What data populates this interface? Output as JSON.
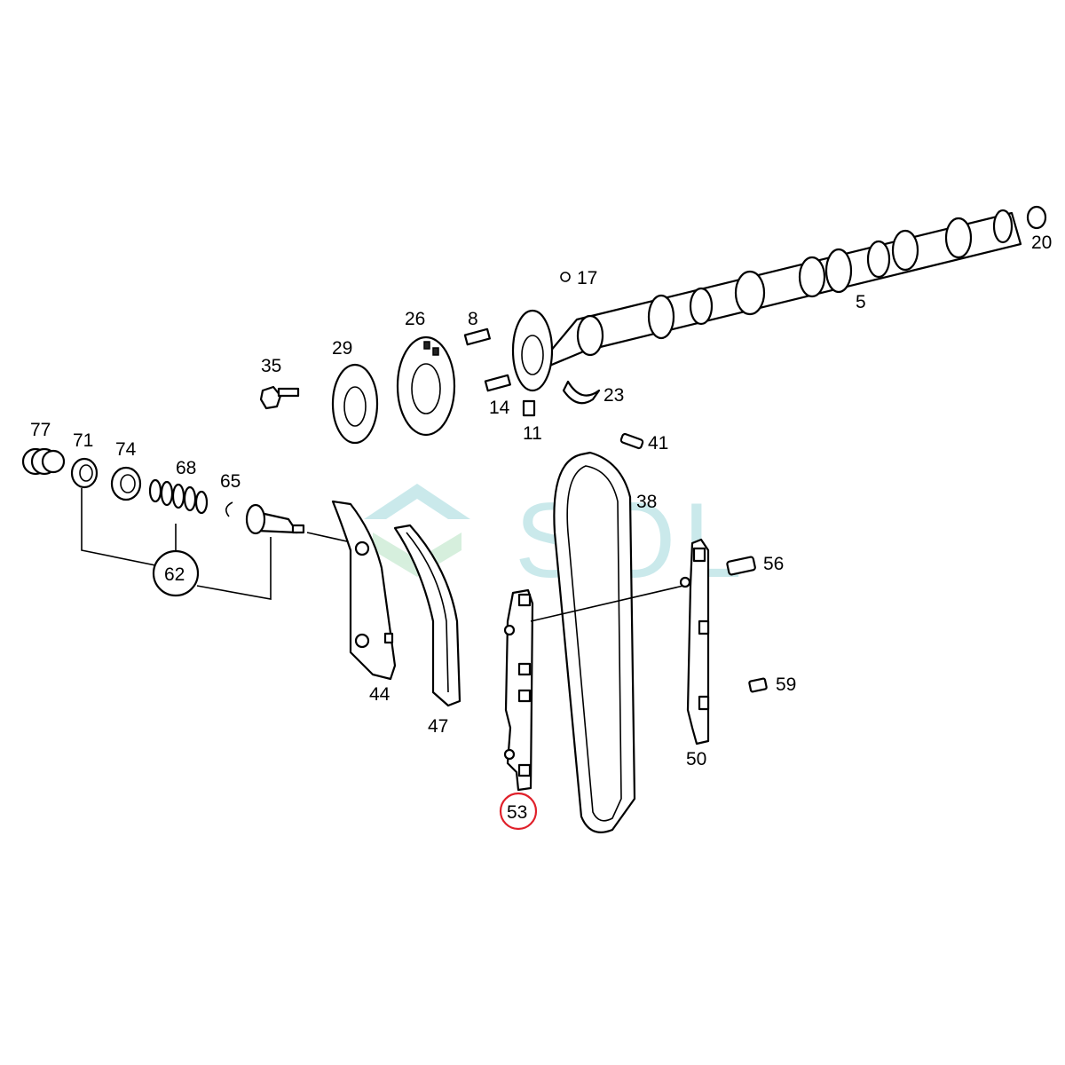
{
  "watermark": {
    "text": "SOL",
    "color": "#9fd8dc"
  },
  "highlight": {
    "label": "53",
    "color": "#e0202a"
  },
  "labels": {
    "l20": "20",
    "l5": "5",
    "l17": "17",
    "l8": "8",
    "l26": "26",
    "l29": "29",
    "l35": "35",
    "l23": "23",
    "l14": "14",
    "l11": "11",
    "l41": "41",
    "l38": "38",
    "l77": "77",
    "l71": "71",
    "l74": "74",
    "l68": "68",
    "l65": "65",
    "l62": "62",
    "l56": "56",
    "l59": "59",
    "l44": "44",
    "l47": "47",
    "l50": "50"
  }
}
